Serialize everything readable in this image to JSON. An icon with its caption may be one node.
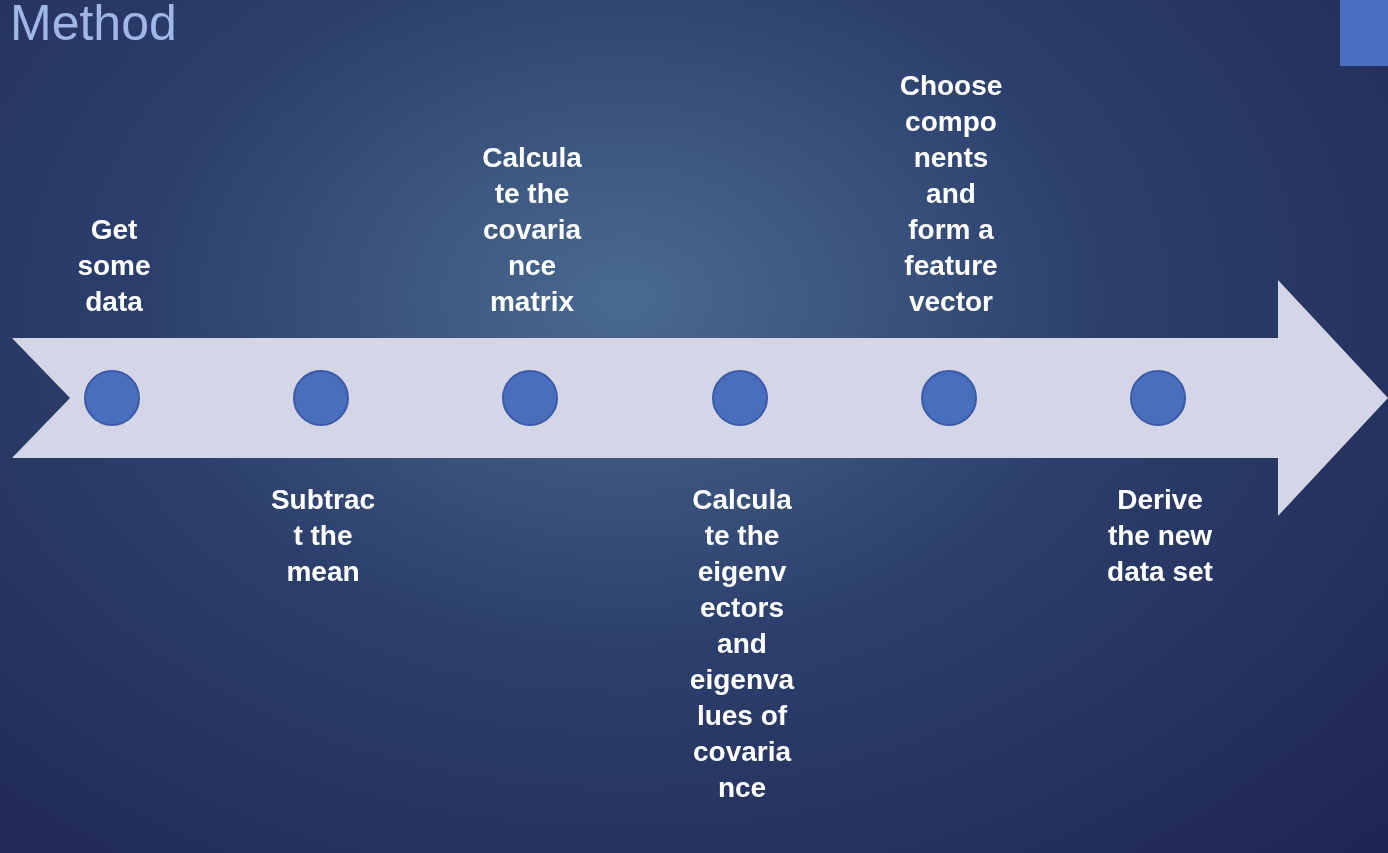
{
  "diagram": {
    "title": "Method",
    "nodes": [
      {
        "text": [],
        "shape": "arrow"
      },
      {
        "text": [],
        "shape": "circle",
        "in": 0,
        "beside": [
          "Get some data"
        ]
      },
      {
        "text": [],
        "shape": "circle",
        "in": 0,
        "beside": [
          "Subtrac t the mean"
        ]
      },
      {
        "text": [],
        "shape": "circle",
        "in": 0,
        "beside": [
          "Calcula te the covaria nce matrix"
        ]
      },
      {
        "text": [],
        "shape": "circle",
        "in": 0,
        "beside": [
          "Calcula te the eigenv ectors and eigenva lues of covaria nce"
        ]
      },
      {
        "text": [],
        "shape": "circle",
        "in": 0,
        "beside": [
          "Choose compo nents and form a feature vector"
        ]
      },
      {
        "text": [],
        "shape": "circle",
        "in": 0,
        "beside": [
          "Derive the new data set"
        ]
      }
    ],
    "edges": []
  }
}
